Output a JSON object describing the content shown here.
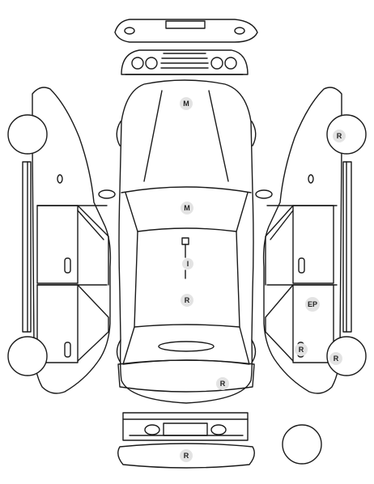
{
  "marker_style": {
    "background": "#e3e3e3",
    "text_color": "#222222"
  },
  "markers": {
    "hood_upper": "M",
    "hood_lower": "M",
    "roof_note": "I",
    "roof_center": "R",
    "trunk": "R",
    "rear_bumper": "R",
    "right_front_wheel": "R",
    "right_rear_wheel": "R",
    "right_rear_door": "EP",
    "right_rear_body": "R"
  },
  "icons": [
    "car-top-view",
    "car-left-side",
    "car-right-side",
    "front-bumper",
    "rear-bumper",
    "spare-wheel-icon"
  ]
}
